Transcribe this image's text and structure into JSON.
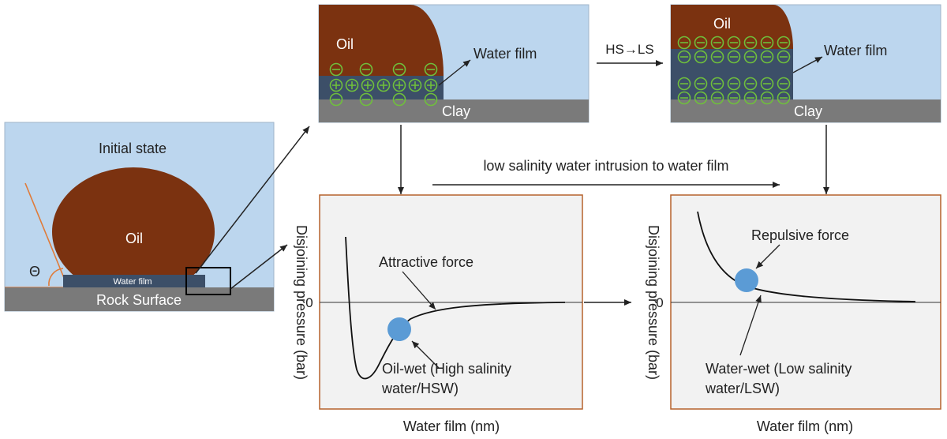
{
  "initial_panel": {
    "title": "Initial state",
    "oil_label": "Oil",
    "water_film_label": "Water film",
    "rock_label": "Rock Surface",
    "angle_symbol": "Θ"
  },
  "hs_panel": {
    "oil_label": "Oil",
    "water_film_label": "Water film",
    "clay_label": "Clay"
  },
  "ls_panel": {
    "oil_label": "Oil",
    "water_film_label": "Water film",
    "clay_label": "Clay"
  },
  "transition_label": "HS→LS",
  "intrusion_label": "low salinity water intrusion to water film",
  "charge_symbols": {
    "negative": "⊖",
    "positive": "⊕"
  },
  "left_plot": {
    "ylabel": "Disjoining pressure (bar)",
    "xlabel": "Water film (nm)",
    "zero_label": "0",
    "force_label": "Attractive force",
    "state_label_line1": "Oil-wet (High salinity",
    "state_label_line2": "water/HSW)"
  },
  "right_plot": {
    "ylabel": "Disjoining pressure (bar)",
    "xlabel": "Water film (nm)",
    "zero_label": "0",
    "force_label": "Repulsive force",
    "state_label_line1": "Water-wet (Low salinity",
    "state_label_line2": "water/LSW)"
  },
  "colors": {
    "water": "#bcd6ee",
    "oil": "#7b3210",
    "film": "#3c4f68",
    "rock": "#7a7a7a",
    "plot_bg": "#f2f2f2",
    "plot_border": "#b5622c",
    "marker": "#5b9bd5",
    "charge": "#6fbf3c",
    "angle": "#e07b39"
  }
}
